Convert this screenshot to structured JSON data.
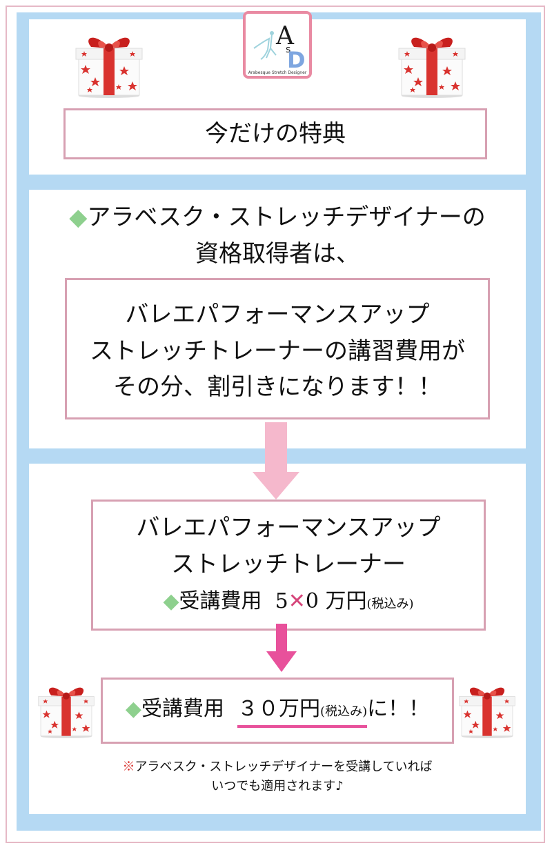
{
  "logo": {
    "letters": "AsD",
    "brand": "Arabesque Stretch Designer"
  },
  "header": {
    "title": "今だけの特典"
  },
  "section2": {
    "line1": "アラベスク・ストレッチデザイナーの",
    "line2": "資格取得者は、",
    "box_line1": "バレエパフォーマンスアップ",
    "box_line2": "ストレッチトレーナーの講習費用が",
    "box_line3": "その分、割引きになります！！"
  },
  "section3": {
    "line1": "バレエパフォーマンスアップ",
    "line2": "ストレッチトレーナー",
    "fee_label": "受講費用",
    "fee_old_digit1": "5",
    "fee_old_digit2": "0",
    "fee_unit": "万円",
    "tax_note": "(税込み)",
    "new_fee_label": "受講費用",
    "new_fee_value": "３０万円",
    "new_tax_note": "(税込み)",
    "new_suffix": "に！！",
    "footer_note_line1": "アラベスク・ストレッチデザイナーを受講していれば",
    "footer_note_line2": "いつでも適用されます♪"
  },
  "icons": {
    "diamond": "◆",
    "note_mark": "※",
    "cross": "✕"
  },
  "colors": {
    "accent_pink": "#e8519b",
    "frame_blue": "#b5d9f3",
    "box_border": "#d7a0b2",
    "diamond_green": "#8ed08e",
    "arrow_light": "#f5b8cc"
  }
}
